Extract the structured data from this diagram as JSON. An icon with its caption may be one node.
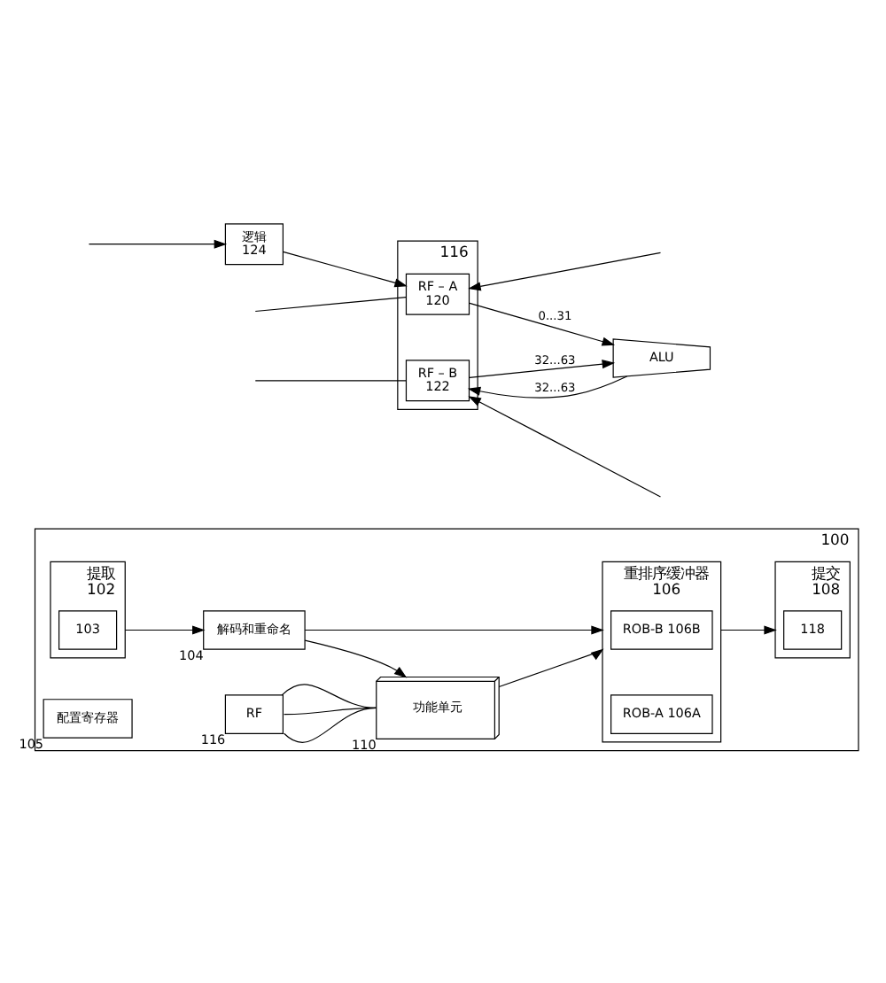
{
  "diagram": {
    "nodes": [
      {
        "text": [],
        "shape": "box",
        "beside": [
          "100"
        ]
      },
      {
        "text": [
          "提取"
        ],
        "beside": [
          "102"
        ],
        "in": 0
      },
      {
        "text": [
          "103"
        ],
        "in": 1
      },
      {
        "text": [
          "解码和重命名"
        ],
        "beside": [
          "104"
        ],
        "in": 0
      },
      {
        "text": [
          "重排序缓冲器"
        ],
        "beside": [
          "106"
        ],
        "in": 0
      },
      {
        "text": [
          "ROB-B 106B"
        ],
        "in": 4
      },
      {
        "text": [
          "ROB-A 106A"
        ],
        "in": 4
      },
      {
        "text": [
          "提交"
        ],
        "beside": [
          "108"
        ],
        "in": 0
      },
      {
        "text": [
          "118"
        ],
        "in": 7
      },
      {
        "text": [
          "配置寄存器"
        ],
        "beside": [
          "105"
        ],
        "in": 0
      },
      {
        "text": [
          "RF"
        ],
        "beside": [
          "116"
        ],
        "in": 0
      },
      {
        "text": [
          "功能单元"
        ],
        "beside": [
          "110"
        ],
        "in": 0
      },
      {
        "text": [],
        "shape": "box",
        "beside": [
          "116"
        ]
      },
      {
        "text": [
          "RF – A",
          "120"
        ],
        "in": 12
      },
      {
        "text": [
          "RF – B",
          "122"
        ],
        "in": 12
      },
      {
        "text": [
          "逻辑",
          "124"
        ]
      },
      {
        "text": [
          "ALU"
        ]
      }
    ],
    "edges": [
      {
        "from": 1,
        "to": 3,
        "arrow": "to"
      },
      {
        "from": 3,
        "to": 4,
        "arrow": "to"
      },
      {
        "from": 4,
        "to": 7,
        "arrow": "to"
      },
      {
        "from": 3,
        "to": 11,
        "arrow": "to"
      },
      {
        "from": 11,
        "to": 4,
        "arrow": "to"
      },
      {
        "from": 10,
        "to": 11,
        "arrow": "none"
      },
      {
        "from": 10,
        "to": 11,
        "arrow": "none"
      },
      {
        "from": 10,
        "to": 11,
        "arrow": "none"
      },
      {
        "from": 15,
        "to": 13,
        "arrow": "to"
      },
      {
        "from": 13,
        "to": 16,
        "arrow": "to",
        "label": "0...31"
      },
      {
        "from": 14,
        "to": 16,
        "arrow": "to",
        "label": "32...63"
      },
      {
        "from": 16,
        "to": 14,
        "arrow": "to",
        "label": "32...63"
      },
      {
        "from": null,
        "to": 13,
        "arrow": "to"
      },
      {
        "from": null,
        "to": 14,
        "arrow": "to"
      },
      {
        "from": 13,
        "to": null,
        "arrow": "none"
      },
      {
        "from": 14,
        "to": null,
        "arrow": "none"
      },
      {
        "from": null,
        "to": 15,
        "arrow": "to"
      }
    ]
  }
}
